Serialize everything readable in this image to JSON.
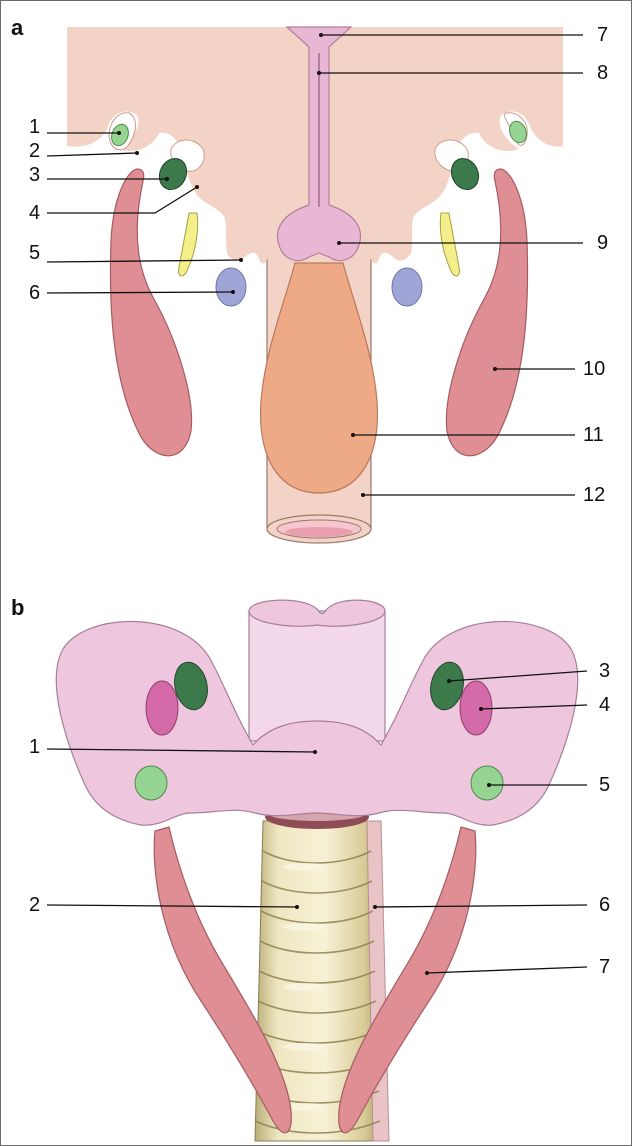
{
  "panel_a": {
    "letter": "a",
    "callouts": [
      "1",
      "2",
      "3",
      "4",
      "5",
      "6",
      "7",
      "8",
      "9",
      "10",
      "11",
      "12"
    ]
  },
  "panel_b": {
    "letter": "b",
    "callouts": [
      "1",
      "2",
      "3",
      "4",
      "5",
      "6",
      "7"
    ]
  },
  "colors": {
    "tissue_a": "#f2d3c6",
    "tissue_b": "#eec7df",
    "muscle": "#df8f94",
    "light_green": "#96d493",
    "dark_green": "#3c7a4b",
    "yellow": "#f5ef8a",
    "blue": "#9fa5d6",
    "magenta": "#d46aa8",
    "orange": "#eeaa87",
    "cartilage": "#ece5bd"
  }
}
